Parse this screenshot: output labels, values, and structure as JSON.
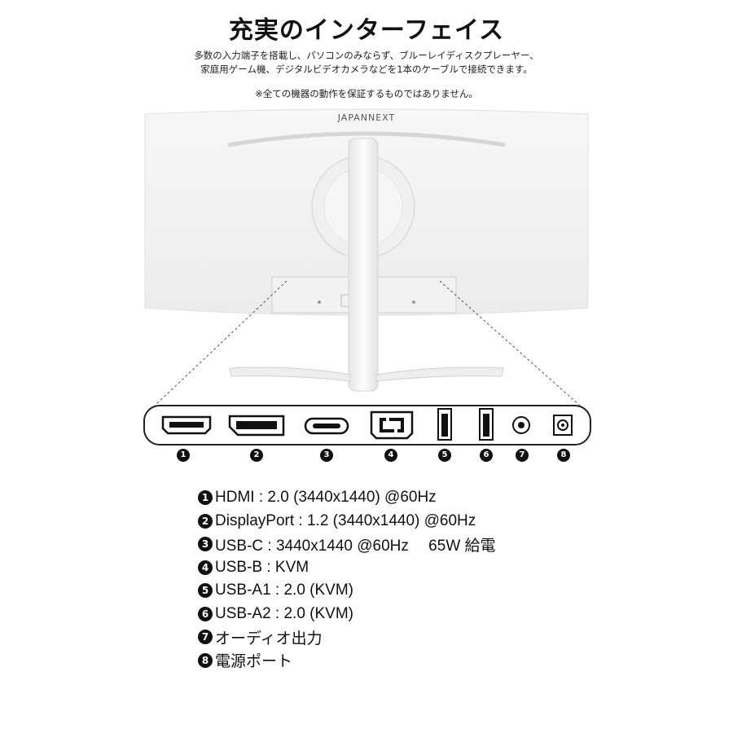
{
  "header": {
    "title": "充実のインターフェイス",
    "description_line1": "多数の入力端子を搭載し、パソコンのみならず、ブルーレイディスクプレーヤー、",
    "description_line2": "家庭用ゲーム機、デジタルビデオカメラなどを1本のケーブルで接続できます。",
    "note": "※全ての機器の動作を保証するものではありません。"
  },
  "monitor": {
    "brand_logo_text": "JAPANNEXT"
  },
  "ports": [
    {
      "num": "1",
      "icon": "hdmi-port-icon"
    },
    {
      "num": "2",
      "icon": "displayport-port-icon"
    },
    {
      "num": "3",
      "icon": "usb-c-port-icon"
    },
    {
      "num": "4",
      "icon": "usb-b-port-icon"
    },
    {
      "num": "5",
      "icon": "usb-a-port-icon"
    },
    {
      "num": "6",
      "icon": "usb-a-port-icon"
    },
    {
      "num": "7",
      "icon": "audio-jack-icon"
    },
    {
      "num": "8",
      "icon": "dc-power-port-icon"
    }
  ],
  "specs": [
    {
      "num": "1",
      "text": "HDMI : 2.0 (3440x1440) @60Hz"
    },
    {
      "num": "2",
      "text": "DisplayPort : 1.2 (3440x1440) @60Hz"
    },
    {
      "num": "3",
      "text": "USB-C : 3440x1440 @60Hz　 65W 給電"
    },
    {
      "num": "4",
      "text": "USB-B : KVM"
    },
    {
      "num": "5",
      "text": "USB-A1 : 2.0 (KVM)"
    },
    {
      "num": "6",
      "text": "USB-A2 : 2.0 (KVM)"
    },
    {
      "num": "7",
      "text": "オーディオ出力"
    },
    {
      "num": "8",
      "text": "電源ポート"
    }
  ]
}
